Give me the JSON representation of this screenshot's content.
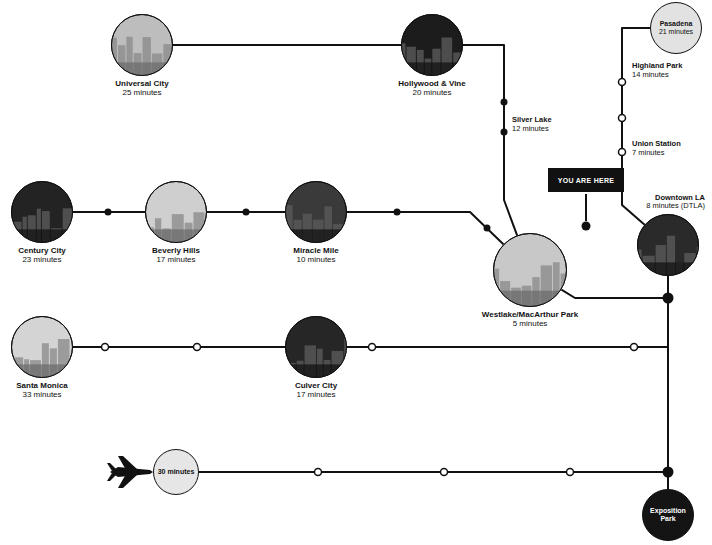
{
  "diagram": {
    "nodes": [
      {
        "text": [
          "Universal City",
          "25 minutes"
        ]
      },
      {
        "text": [
          "Hollywood & Vine",
          "20 minutes"
        ]
      },
      {
        "text": [
          "Pasadena",
          "21 minutes"
        ]
      },
      {
        "text": [
          "Century City",
          "23 minutes"
        ]
      },
      {
        "text": [
          "Beverly Hills",
          "17 minutes"
        ]
      },
      {
        "text": [
          "Miracle Mile",
          "10 minutes"
        ]
      },
      {
        "text": [
          "Westlake/MacArthur Park",
          "5 minutes"
        ]
      },
      {
        "text": [
          "Downtown LA",
          "8 minutes (DTLA)"
        ]
      },
      {
        "text": [
          "Santa Monica",
          "33 minutes"
        ]
      },
      {
        "text": [
          "Culver City",
          "17 minutes"
        ]
      },
      {
        "text": [
          "30 minutes"
        ]
      },
      {
        "text": [
          "Exposition Park"
        ]
      },
      {
        "text": [
          "YOU ARE HERE"
        ]
      }
    ],
    "edges": [
      {
        "from": 0,
        "to": 1,
        "arrow": "none"
      },
      {
        "from": 1,
        "to": 6,
        "arrow": "none"
      },
      {
        "from": 3,
        "to": 4,
        "arrow": "none"
      },
      {
        "from": 4,
        "to": 5,
        "arrow": "none"
      },
      {
        "from": 5,
        "to": 6,
        "arrow": "none"
      },
      {
        "from": 6,
        "to": 7,
        "arrow": "none"
      },
      {
        "from": 2,
        "to": 7,
        "arrow": "none"
      },
      {
        "from": 8,
        "to": 9,
        "arrow": "none"
      },
      {
        "from": 9,
        "to": 11,
        "arrow": "none"
      },
      {
        "from": 10,
        "to": 11,
        "arrow": "none"
      },
      {
        "from": 7,
        "to": 11,
        "arrow": "none"
      }
    ],
    "labels": [
      "Silver Lake",
      "12 minutes",
      "Highland Park",
      "14 minutes",
      "Union Station",
      "7 minutes"
    ]
  }
}
